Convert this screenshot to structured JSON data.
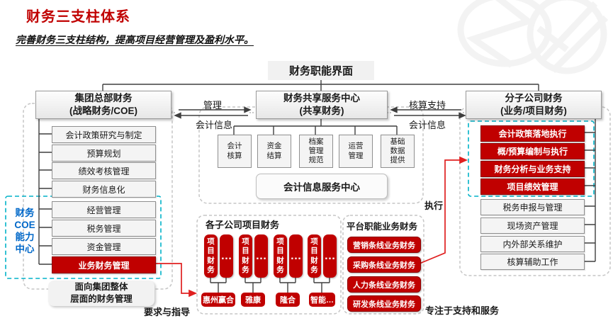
{
  "page": {
    "title": "财务三支柱体系",
    "subtitle": "完善财务三支柱结构，提高项目经营管理及盈利水平。"
  },
  "colors": {
    "accent_red": "#C00000",
    "arrow_red": "#E02020",
    "teal_dashed": "#00B2C8",
    "coe_blue": "#0068C9",
    "box_gray": "#F4F4F4"
  },
  "top_node": {
    "label": "财务职能界面"
  },
  "flows": {
    "left_center_top": "管理",
    "left_center_bottom": "会计信息",
    "center_right_top": "核算支持",
    "center_right_bottom": "会计信息"
  },
  "left_pillar": {
    "title_line1": "集团总部财务",
    "title_line2": "(战略财务/COE)",
    "items": [
      "会计政策研究与制定",
      "预算规划",
      "绩效考核管理",
      "财务信息化",
      "经营管理",
      "税务管理",
      "资金管理",
      "业务财务管理"
    ],
    "coe_label": [
      "财务",
      "COE",
      "能力",
      "中心"
    ],
    "footer_line1": "面向集团整体",
    "footer_line2": "层面的财务管理"
  },
  "center_pillar": {
    "title_line1": "财务共享服务中心",
    "title_line2": "(共享财务)",
    "items": [
      "会计核算",
      "资金结算",
      "档案管理规范",
      "运营管理",
      "基础数据提供"
    ],
    "footer": "会计信息服务中心"
  },
  "right_pillar": {
    "title_line1": "分子公司财务",
    "title_line2": "(业务/项目财务)",
    "red_items": [
      "会计政策落地执行",
      "概/预算编制与执行",
      "财务分析与业务支持",
      "项目绩效管理"
    ],
    "gray_items": [
      "税务申报与管理",
      "现场资产管理",
      "内外部关系维护",
      "核算辅助工作"
    ]
  },
  "subsidiaries_panel": {
    "title": "各子公司项目财务",
    "pill_label": "项目财务",
    "ellipsis": "…",
    "companies": [
      "惠州赢合",
      "雅康",
      "隆合",
      "智能…"
    ]
  },
  "platform_panel": {
    "title": "平台职能业务财务",
    "items": [
      "营销条线业务财务",
      "采购条线业务财务",
      "人力条线业务财务",
      "研发条线业务财务"
    ]
  },
  "annotations": {
    "requirements": "要求与指导",
    "execute": "执行",
    "focus": "专注于支持和服务"
  }
}
